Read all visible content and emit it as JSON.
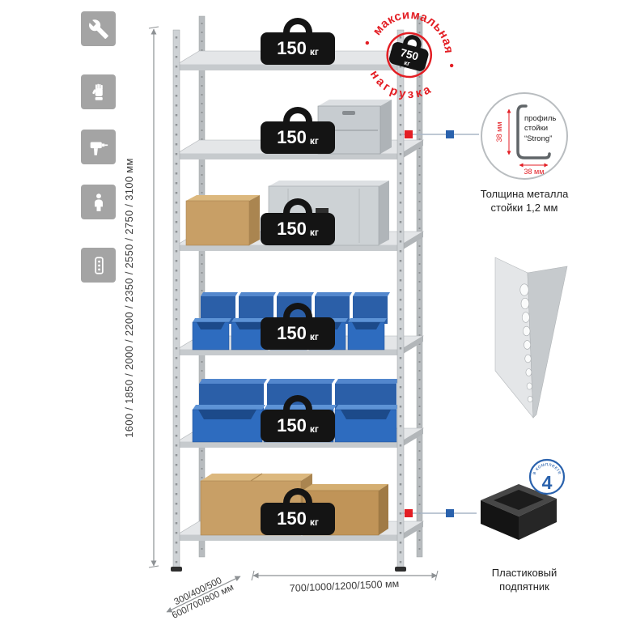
{
  "dimensions": {
    "height": "1600 / 1850 / 2000 / 2200 / 2350 / 2550 / 2750 / 3100 мм",
    "depth_line1": "300/400/500",
    "depth_line2": "600/700/800 мм",
    "width": "700/1000/1200/1500 мм"
  },
  "shelf_load": {
    "value": "150",
    "unit": "кг"
  },
  "max_load_stamp": {
    "arc_top": "максимальная",
    "arc_bottom": "нагрузка",
    "value": "750",
    "unit": "кг"
  },
  "profile_callout": {
    "label_line1": "профиль",
    "label_line2": "стойки",
    "label_line3": "“Strong”",
    "dim_vertical": "38 мм",
    "dim_horizontal": "38 мм",
    "caption_line1": "Толщина металла",
    "caption_line2": "стойки 1,2 мм"
  },
  "foot_callout": {
    "badge_value": "4",
    "badge_arc": "в комплекте",
    "caption_line1": "Пластиковый",
    "caption_line2": "подпятник"
  },
  "icons": {
    "sidebar": [
      "wrench",
      "gloves",
      "drill",
      "person",
      "post-profile"
    ]
  },
  "colors": {
    "accent_red": "#e31e24",
    "accent_blue": "#2a62ad",
    "tile_gray": "#a4a4a4",
    "weight_black": "#141414",
    "metal_gray": "#c6cacd",
    "bin_blue": "#2e6cbf",
    "cardboard": "#c89f66"
  }
}
